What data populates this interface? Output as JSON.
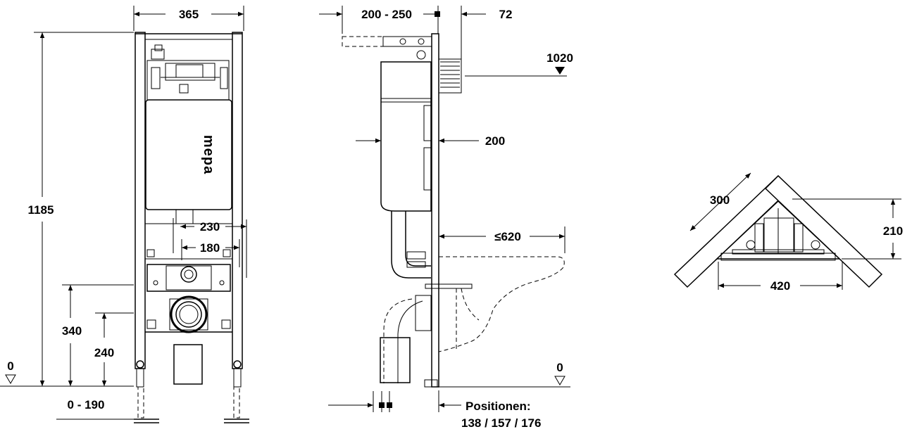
{
  "front_view": {
    "width_label": "365",
    "height_label": "1185",
    "dim_340": "340",
    "dim_240": "240",
    "dim_230": "230",
    "dim_180": "180",
    "zero_label": "0",
    "adjust_label": "0 - 190",
    "logo_text": "mepa"
  },
  "side_view": {
    "depth_label": "200 - 250",
    "dim_72": "72",
    "dim_1020": "1020",
    "dim_200": "200",
    "bowl_label": "≤620",
    "zero_label": "0",
    "positions_title": "Positionen:",
    "positions_values": "138 / 157 / 176"
  },
  "corner_view": {
    "dim_300": "300",
    "dim_210": "210",
    "dim_420": "420"
  }
}
